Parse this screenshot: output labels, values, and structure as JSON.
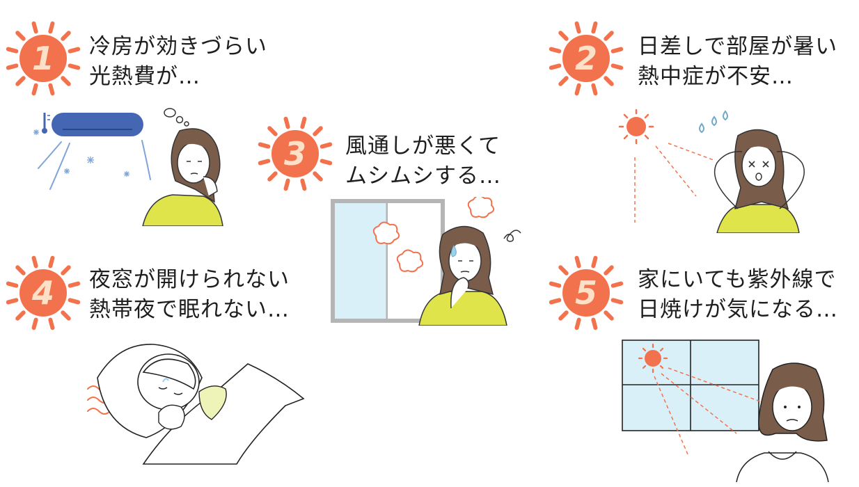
{
  "colors": {
    "sun": "#f2724d",
    "sun_text": "#fde0c8",
    "shirt": "#dfe44a",
    "hair": "#7a5c4a",
    "window": "#d9f0f8",
    "frame": "#b5b5b5",
    "ac": "#4566b3",
    "ray": "#f2724d"
  },
  "items": [
    {
      "number": "1",
      "lines": [
        "冷房が効きづらい",
        "光熱費が…"
      ]
    },
    {
      "number": "2",
      "lines": [
        "日差しで部屋が暑い",
        "熱中症が不安…"
      ]
    },
    {
      "number": "3",
      "lines": [
        "風通しが悪くて",
        "ムシムシする…"
      ]
    },
    {
      "number": "4",
      "lines": [
        "夜窓が開けられない",
        "熱帯夜で眠れない…"
      ]
    },
    {
      "number": "5",
      "lines": [
        "家にいても紫外線で",
        "日焼けが気になる…"
      ]
    }
  ]
}
